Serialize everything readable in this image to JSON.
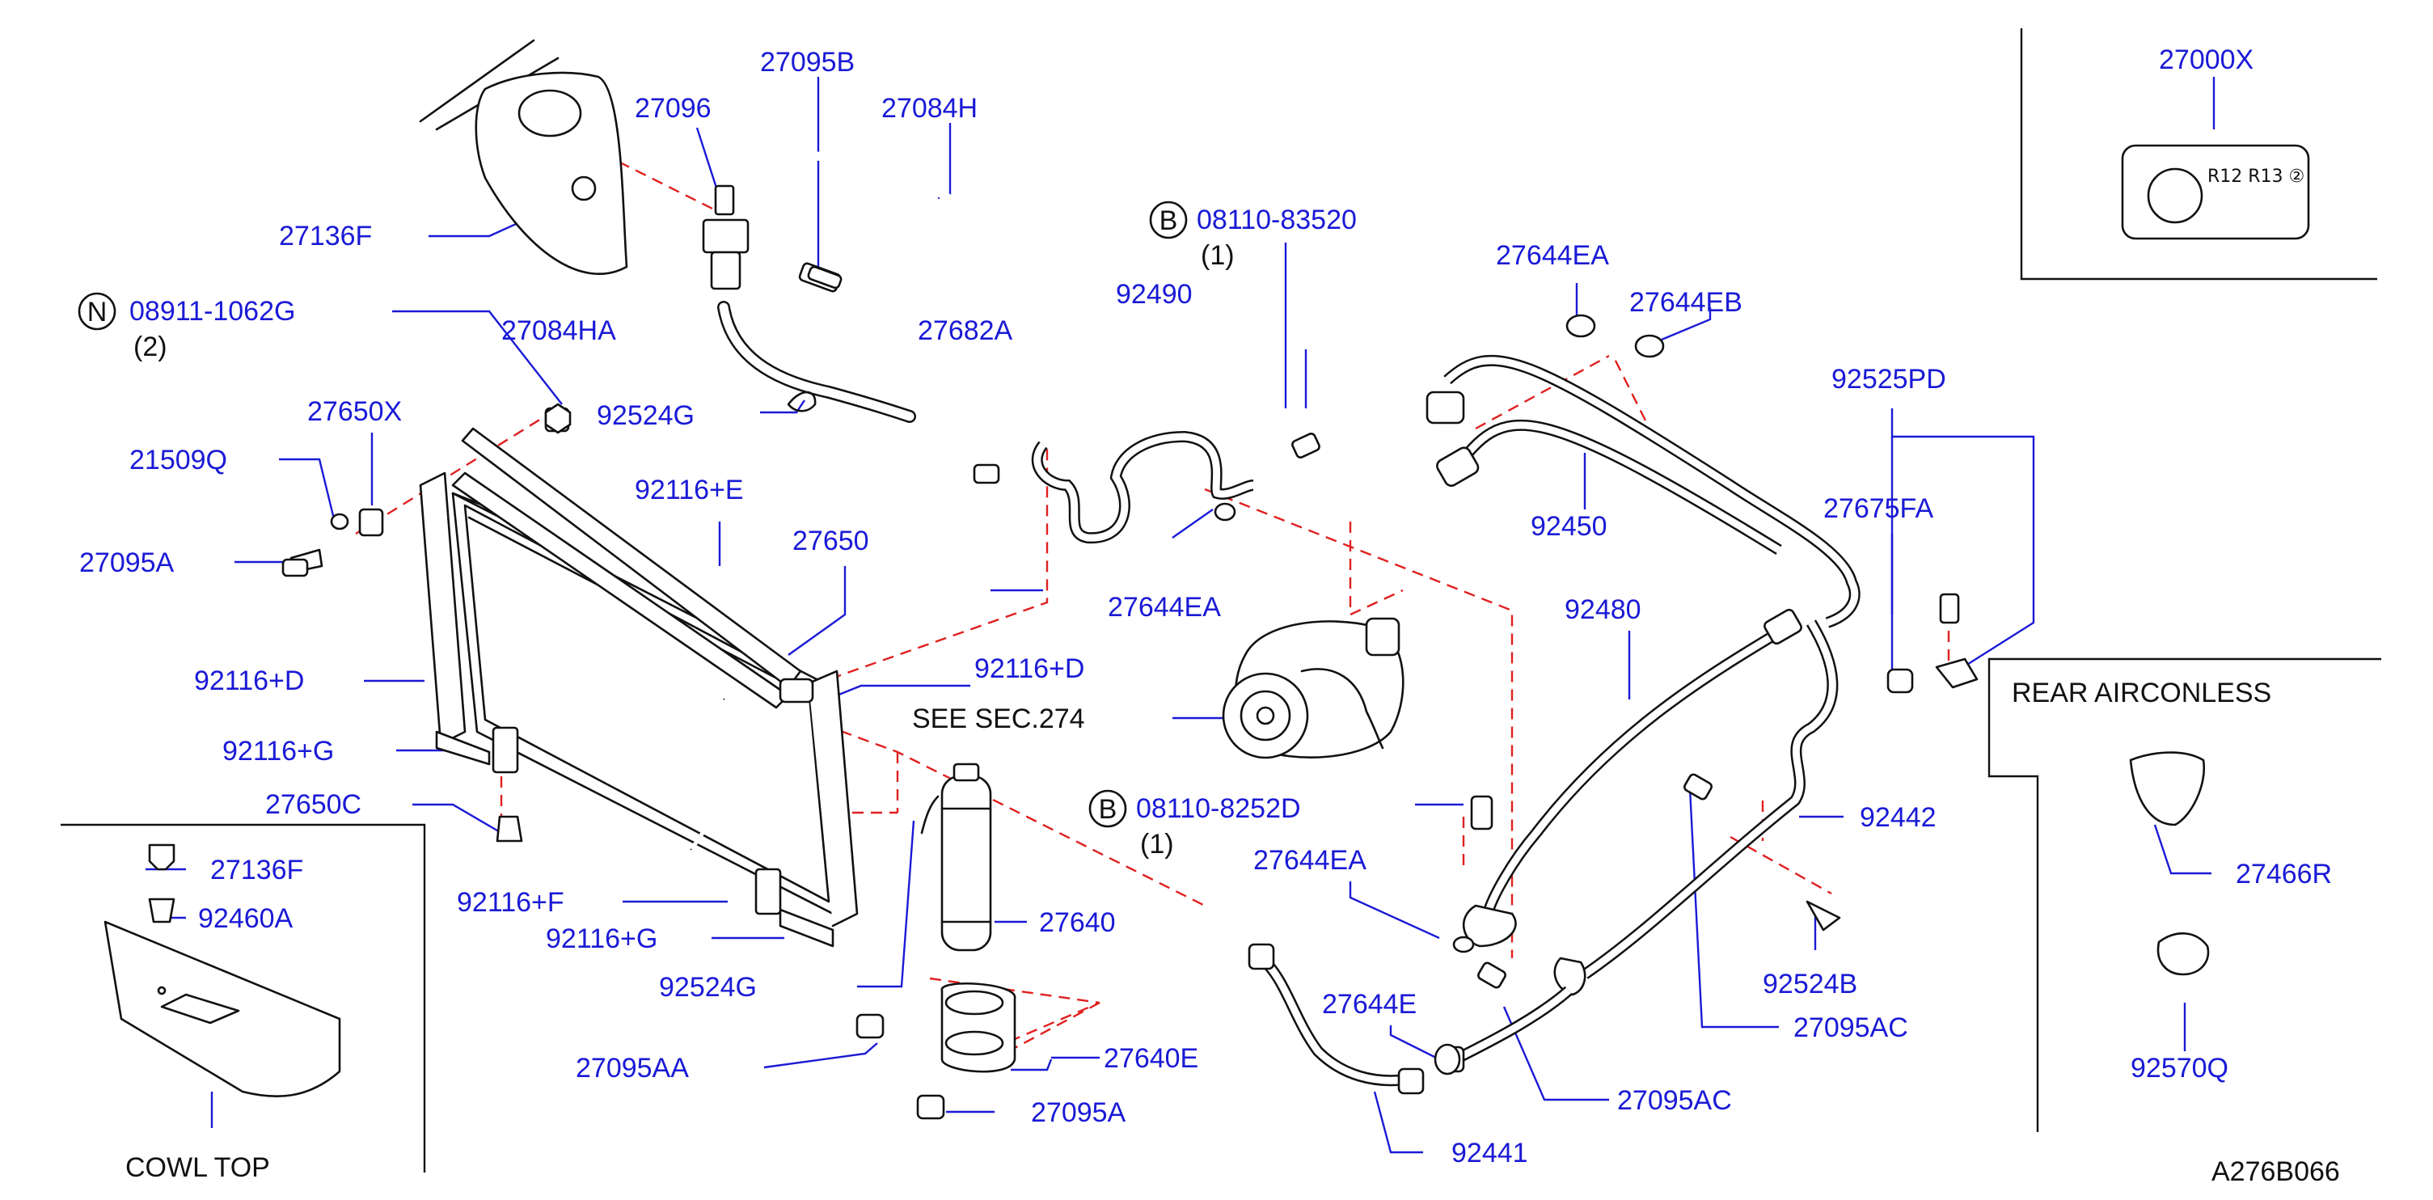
{
  "diagram_code": "A276B066",
  "sections": {
    "see_text": "SEE   SEC.274",
    "rear_airconless": "REAR   AIRCONLESS",
    "cowl_top": "COWL   TOP"
  },
  "callouts": {
    "b1_letter": "B",
    "b1_code": "08110-83520",
    "b1_qty": "(1)",
    "b2_letter": "B",
    "b2_code": "08110-8252D",
    "b2_qty": "(1)",
    "n1_letter": "N",
    "n1_code": "08911-1062G",
    "n1_qty": "(2)"
  },
  "label_card_text": "R12 R13 ②",
  "parts": {
    "p27000X": "27000X",
    "p27095B": "27095B",
    "p27096": "27096",
    "p27084H": "27084H",
    "p27136F_top": "27136F",
    "p27084HA": "27084HA",
    "p92524G_top": "92524G",
    "p27650X": "27650X",
    "p21509Q": "21509Q",
    "p27095A_left": "27095A",
    "p92116E": "92116+E",
    "p27650": "27650",
    "p92116D_left": "92116+D",
    "p92116D_right": "92116+D",
    "p92116G_left": "92116+G",
    "p27650C": "27650C",
    "p92116F": "92116+F",
    "p92116G_bottom": "92116+G",
    "p92524G_bottom": "92524G",
    "p27640": "27640",
    "p27095AA": "27095AA",
    "p27640E": "27640E",
    "p27095A_bottom": "27095A",
    "p27136F_inset": "27136F",
    "p92460A": "92460A",
    "p27682A": "27682A",
    "p92490": "92490",
    "p27644EA_mid": "27644EA",
    "p27644EA_top": "27644EA",
    "p27644EB": "27644EB",
    "p92450": "92450",
    "p92525PD": "92525PD",
    "p27675FA": "27675FA",
    "p92480": "92480",
    "p27644EA_low": "27644EA",
    "p92442": "92442",
    "p92524B": "92524B",
    "p27095AC_right": "27095AC",
    "p27095AC_low": "27095AC",
    "p27644E": "27644E",
    "p92441": "92441",
    "p27466R": "27466R",
    "p92570Q": "92570Q"
  }
}
